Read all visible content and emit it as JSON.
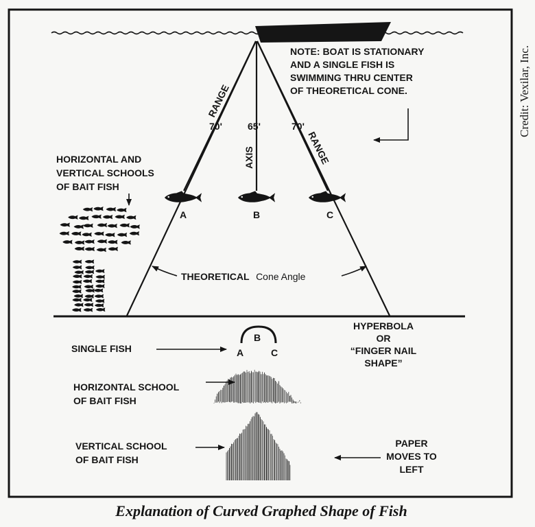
{
  "caption": "Explanation of Curved Graphed Shape of Fish",
  "credit": "Credit: Vexilar, Inc.",
  "note": [
    "NOTE: BOAT IS STATIONARY",
    "AND A SINGLE FISH IS",
    "SWIMMING THRU CENTER",
    "OF THEORETICAL CONE."
  ],
  "range_label": "RANGE",
  "axis_label": "AXIS",
  "range_values": {
    "left": "70'",
    "center": "65'",
    "right": "70'"
  },
  "fish_points": {
    "a": "A",
    "b": "B",
    "c": "C"
  },
  "schools_label": [
    "HORIZONTAL AND",
    "VERTICAL SCHOOLS",
    "OF BAIT FISH"
  ],
  "cone_angle": {
    "bold": "THEORETICAL",
    "normal": "Cone Angle"
  },
  "graph": {
    "single_fish": "SINGLE FISH",
    "hyperbola": [
      "HYPERBOLA",
      "OR",
      "“FINGER NAIL",
      "SHAPE”"
    ],
    "horizontal_school": [
      "HORIZONTAL SCHOOL",
      "OF BAIT FISH"
    ],
    "vertical_school": [
      "VERTICAL SCHOOL",
      "OF BAIT FISH"
    ],
    "paper_moves": [
      "PAPER",
      "MOVES TO",
      "LEFT"
    ],
    "arc_points": {
      "a": "A",
      "b": "B",
      "c": "C"
    }
  },
  "colors": {
    "ink": "#151515",
    "paper": "#f7f7f5"
  }
}
